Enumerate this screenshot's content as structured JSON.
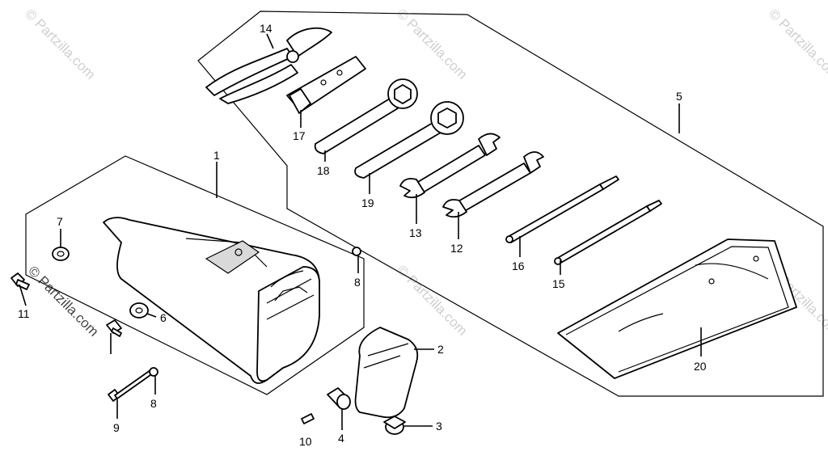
{
  "watermark": {
    "text": "© Partzilla.com",
    "prominent_text": "© Partzilla.com"
  },
  "callouts": {
    "c1": "1",
    "c2": "2",
    "c3": "3",
    "c4": "4",
    "c5": "5",
    "c6": "6",
    "c7": "7",
    "c8a": "8",
    "c8b": "8",
    "c9": "9",
    "c10": "10",
    "c11": "11",
    "c12": "12",
    "c13": "13",
    "c14": "14",
    "c15": "15",
    "c16": "16",
    "c17": "17",
    "c18": "18",
    "c19": "19",
    "c20": "20"
  },
  "colors": {
    "line": "#000000",
    "watermark": "#cfcfcf"
  }
}
